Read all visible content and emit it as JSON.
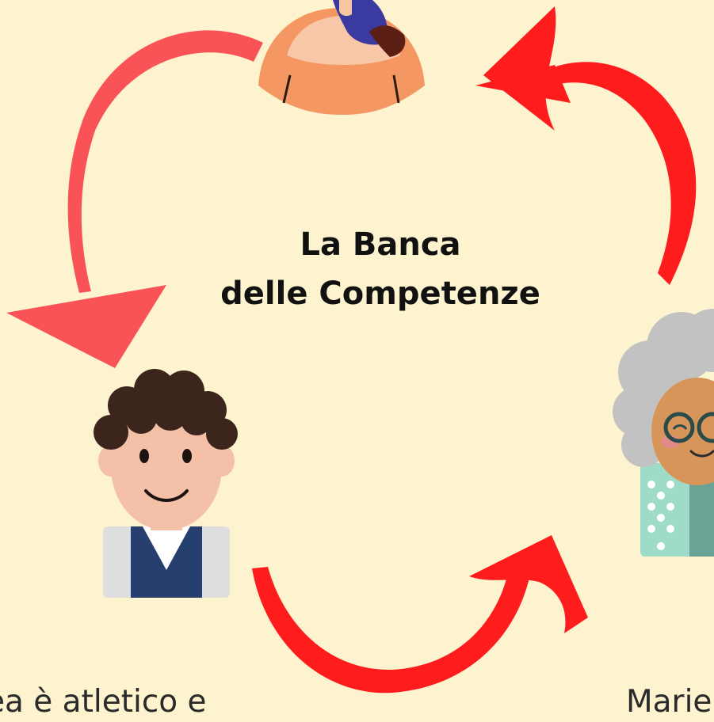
{
  "title": {
    "line1": "La Banca",
    "line2": "delle Competenze"
  },
  "captions": {
    "left": "ea è atletico e",
    "right": "Marie"
  },
  "colors": {
    "background": "#fef3cf",
    "arrow_pink": "#f95357",
    "arrow_red": "#ff1c1c"
  }
}
